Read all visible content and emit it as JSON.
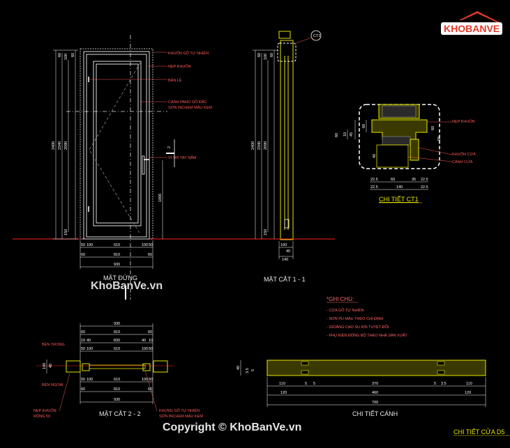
{
  "brand": {
    "logo_text": "KHOBANVE",
    "watermark": "KhoBanVe.vn",
    "copyright": "Copyright © KhoBanVe.vn"
  },
  "colors": {
    "background": "#000000",
    "line": "#ffffff",
    "annotation": "#ff5a5a",
    "wood": "#e6e600",
    "ground": "#ff2020",
    "dim": "#00c8c8"
  },
  "elevation": {
    "title": "MẶT ĐỨNG",
    "labels": [
      "KHUÔN GỖ TỰ NHIÊN",
      "NẸP KHUÔN",
      "BẢN LỀ",
      "CÁNH PANO GỖ ĐẶC",
      "SƠN INCHEM MÀU KEM",
      "VỊ TRÍ TAY NẮM"
    ],
    "v_dims": [
      "2400",
      "2340",
      "2090",
      "150",
      "60",
      "100",
      "60",
      "1000"
    ],
    "h_row1": [
      "50",
      "100",
      "610",
      "100",
      "50"
    ],
    "h_row2": [
      "60",
      "810",
      "60"
    ],
    "h_row3": [
      "930"
    ],
    "section_mark": "2"
  },
  "section11": {
    "title": "MẶT CẮT 1 - 1",
    "v_dims": [
      "2400",
      "2340",
      "2090",
      "150",
      "60",
      "100",
      "60"
    ],
    "h_dims": [
      "100",
      "40",
      "140"
    ],
    "mark": "1"
  },
  "ct1": {
    "title": "CHI TIẾT CT1",
    "callout": "CT1",
    "labels": [
      "NẸP KHUÔN",
      "KHUÔN CỬA",
      "CÁNH CỬA"
    ],
    "v_dims": [
      "60",
      "10",
      "45",
      "60",
      "60",
      "40"
    ],
    "h_row1": [
      "22.5",
      "69",
      "35",
      "22.5"
    ],
    "h_row2": [
      "22.5",
      "140",
      "22.5"
    ],
    "top_dims": [
      "60",
      "60"
    ]
  },
  "notes": {
    "heading": "*GHI CHÚ:",
    "items": [
      "- CỬA GỖ TỰ NHIÊN",
      "- SƠN PU MÀU THEO CHỈ ĐỊNH",
      "- GIOĂNG CAO SU KÍN TUYỆT ĐỐI",
      "- PHỤ KIỆN ĐỒNG BỘ THEO NHÀ SẢN XUẤT"
    ]
  },
  "section22": {
    "title": "MẶT CẮT 2 - 2",
    "labels": [
      "BÊN TRONG",
      "BÊN NGOÀI",
      "NẸP KHUÔN",
      "RỘNG 50",
      "KHUNG GỖ TỰ NHIÊN",
      "SƠN INCHEM MÀU KEM"
    ],
    "top_row1": [
      "930"
    ],
    "top_row2": [
      "60",
      "810",
      "60"
    ],
    "top_row3": [
      "10",
      "40",
      "830",
      "40",
      "10"
    ],
    "top_row4": [
      "50",
      "100",
      "610",
      "100",
      "50"
    ],
    "bot_row1": [
      "50",
      "100",
      "610",
      "100",
      "50"
    ],
    "bot_row2": [
      "60",
      "810",
      "60"
    ],
    "bot_row3": [
      "930"
    ],
    "side": [
      "140",
      "40"
    ]
  },
  "leaf": {
    "title": "CHI TIẾT CÁNH",
    "v_dims": [
      "40",
      "3.5",
      "5"
    ],
    "row1": [
      "110",
      "5",
      "5",
      "370",
      "5",
      "3.5",
      "110"
    ],
    "row2": [
      "120",
      "460",
      "120"
    ],
    "row3": [
      "700"
    ]
  },
  "footer": {
    "title": "CHI TIẾT CỬA D5"
  }
}
